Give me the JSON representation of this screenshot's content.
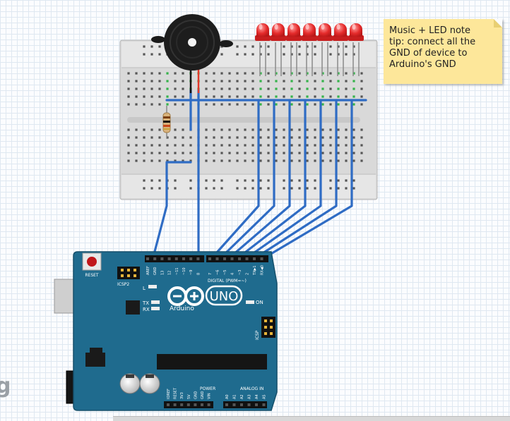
{
  "note": {
    "lines": [
      "Music + LED note",
      "tip: connect all the",
      "GND of device to",
      "Arduino's GND"
    ]
  },
  "corner_text": "g",
  "board": {
    "brand": "UNO",
    "maker": "Arduino",
    "reset_label": "RESET",
    "icsp2_label": "ICSP2",
    "icsp_label": "ICSP",
    "on_label": "ON",
    "l_label": "L",
    "tx_label": "TX",
    "rx_label": "RX",
    "digital_label": "DIGITAL (PWM=~)",
    "power_label": "POWER",
    "analog_label": "ANALOG IN",
    "top_pins": [
      "AREF",
      "GND",
      "13",
      "12",
      "~11",
      "~10",
      "~9",
      "8",
      "7",
      "~6",
      "~5",
      "4",
      "~3",
      "2",
      "TX▶1",
      "RX◀0"
    ],
    "power_pins": [
      "IOREF",
      "RESET",
      "3V3",
      "5V",
      "GND",
      "GND",
      "VIN"
    ],
    "analog_pins": [
      "A0",
      "A1",
      "A2",
      "A3",
      "A4",
      "A5"
    ]
  },
  "components": {
    "led_count": 7,
    "led_color": "#e52b2b",
    "wire_color": "#2f6cc4",
    "board_color": "#1f6b8e"
  }
}
